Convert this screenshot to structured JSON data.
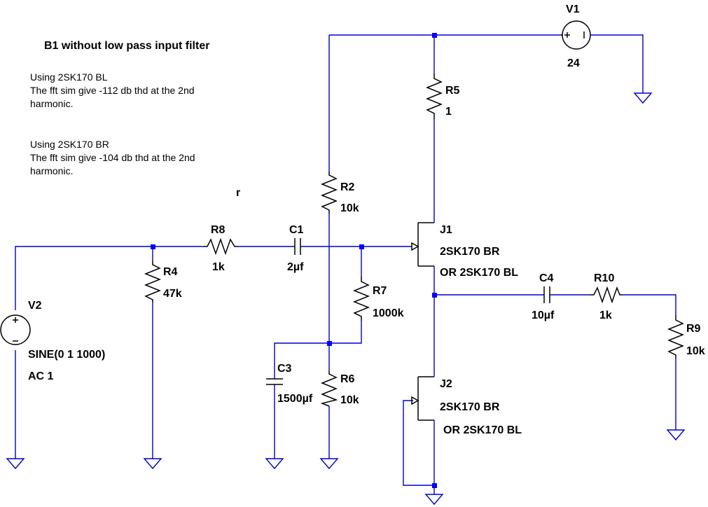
{
  "notes": {
    "title": "B1 without low pass input filter",
    "bl_line1": "Using 2SK170 BL",
    "bl_line2": "The fft sim give -112 db thd at the 2nd",
    "bl_line3": "harmonic.",
    "br_line1": "Using 2SK170 BR",
    "br_line2": "The fft sim give -104 db thd at the 2nd",
    "br_line3": "harmonic.",
    "stray": "r"
  },
  "components": {
    "V1": {
      "name": "V1",
      "value": "24"
    },
    "V2": {
      "name": "V2",
      "value": "SINE(0 1 1000)",
      "ac": "AC 1"
    },
    "R2": {
      "name": "R2",
      "value": "10k"
    },
    "R4": {
      "name": "R4",
      "value": "47k"
    },
    "R5": {
      "name": "R5",
      "value": "1"
    },
    "R6": {
      "name": "R6",
      "value": "10k"
    },
    "R7": {
      "name": "R7",
      "value": "1000k"
    },
    "R8": {
      "name": "R8",
      "value": "1k"
    },
    "R9": {
      "name": "R9",
      "value": "10k"
    },
    "R10": {
      "name": "R10",
      "value": "1k"
    },
    "C1": {
      "name": "C1",
      "value": "2µf"
    },
    "C3": {
      "name": "C3",
      "value": "1500µf"
    },
    "C4": {
      "name": "C4",
      "value": "10µf"
    },
    "J1": {
      "name": "J1",
      "part": "2SK170 BR",
      "alt": "OR  2SK170 BL"
    },
    "J2": {
      "name": "J2",
      "part": "2SK170 BR",
      "alt": "OR  2SK170 BL"
    }
  },
  "colors": {
    "wire": "#0000c8",
    "node": "#0000ff",
    "component": "#000000",
    "background": "#ffffff"
  }
}
